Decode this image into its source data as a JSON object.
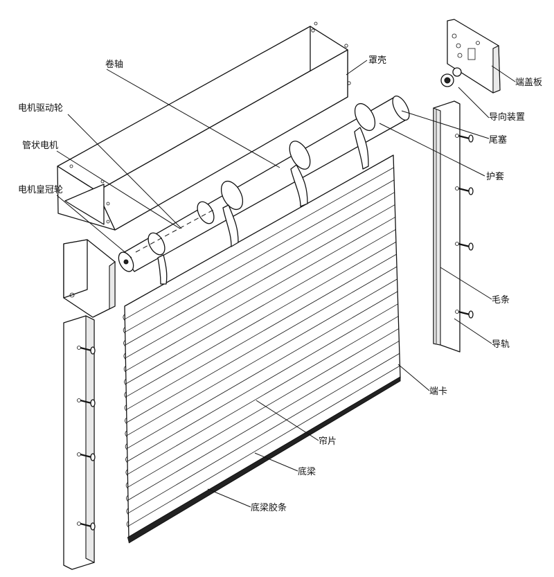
{
  "labels": {
    "shell": "罩壳",
    "roller_shaft": "卷轴",
    "motor_drive_wheel": "电机驱动轮",
    "tubular_motor": "管状电机",
    "motor_crown_wheel": "电机皇冠轮",
    "end_cover_plate": "端盖板",
    "guide_device": "导向装置",
    "tail_plug": "尾塞",
    "sleeve": "护套",
    "brush_strip": "毛条",
    "guide_rail": "导轨",
    "end_clip": "端卡",
    "curtain_slat": "帘片",
    "bottom_beam": "底梁",
    "bottom_beam_rubber": "底梁胶条"
  }
}
